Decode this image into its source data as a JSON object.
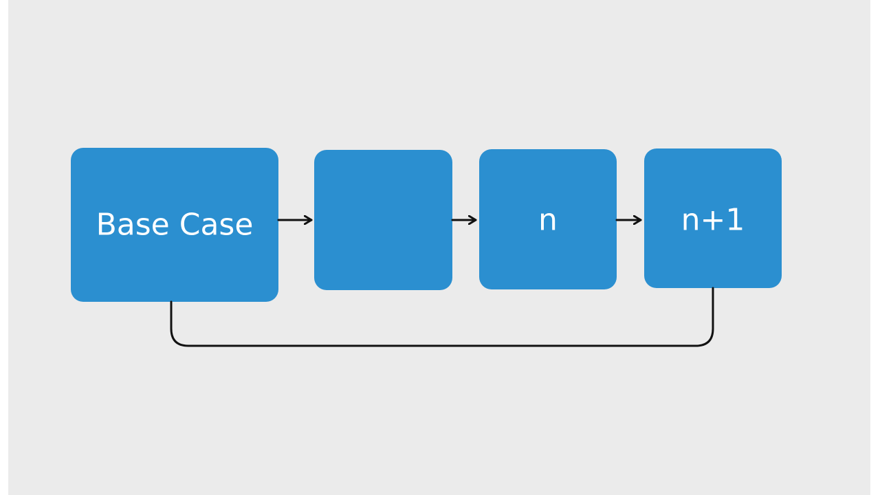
{
  "colors": {
    "background": "#ebebeb",
    "frame": "#ffffff",
    "node_fill": "#2b8fd0",
    "node_text": "#ffffff",
    "line": "#111111"
  },
  "nodes": [
    {
      "label": "Base Case"
    },
    {
      "label": ""
    },
    {
      "label": "n"
    },
    {
      "label": "n+1"
    }
  ]
}
